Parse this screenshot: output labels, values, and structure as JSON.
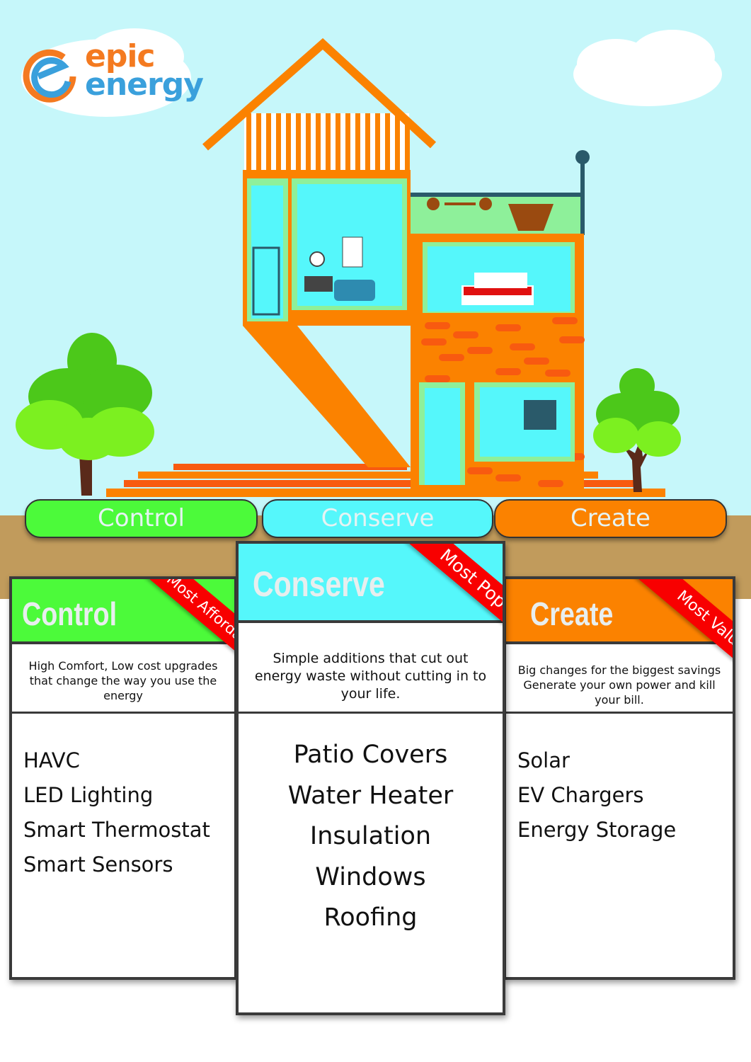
{
  "brand": {
    "line1": "epic",
    "line2": "energy",
    "orange": "#f47a20",
    "blue": "#3aa0dc"
  },
  "tabs": [
    {
      "label": "Control",
      "color": "#4cfa3a"
    },
    {
      "label": "Conserve",
      "color": "#55f7fb"
    },
    {
      "label": "Create",
      "color": "#fb8200"
    }
  ],
  "cards": [
    {
      "title": "Control",
      "badge": "Most Affordable",
      "description": "High Comfort, Low cost upgrades that change the way you use the energy",
      "items": [
        "HAVC",
        "LED Lighting",
        "Smart Thermostat",
        "Smart Sensors"
      ],
      "color": "#4cfa3a"
    },
    {
      "title": "Conserve",
      "badge": "Most Popular",
      "description": "Simple additions that cut out energy waste without cutting in to your life.",
      "items": [
        "Patio Covers",
        "Water Heater",
        "Insulation",
        "Windows",
        "Roofing"
      ],
      "color": "#55f7fb"
    },
    {
      "title": "Create",
      "badge": "Most Value",
      "description": "Big changes for the biggest savings Generate your own power and kill your bill.",
      "items": [
        "Solar",
        "EV Chargers",
        "Energy Storage"
      ],
      "color": "#fb8200"
    }
  ],
  "ribbon_color": "#f80000"
}
